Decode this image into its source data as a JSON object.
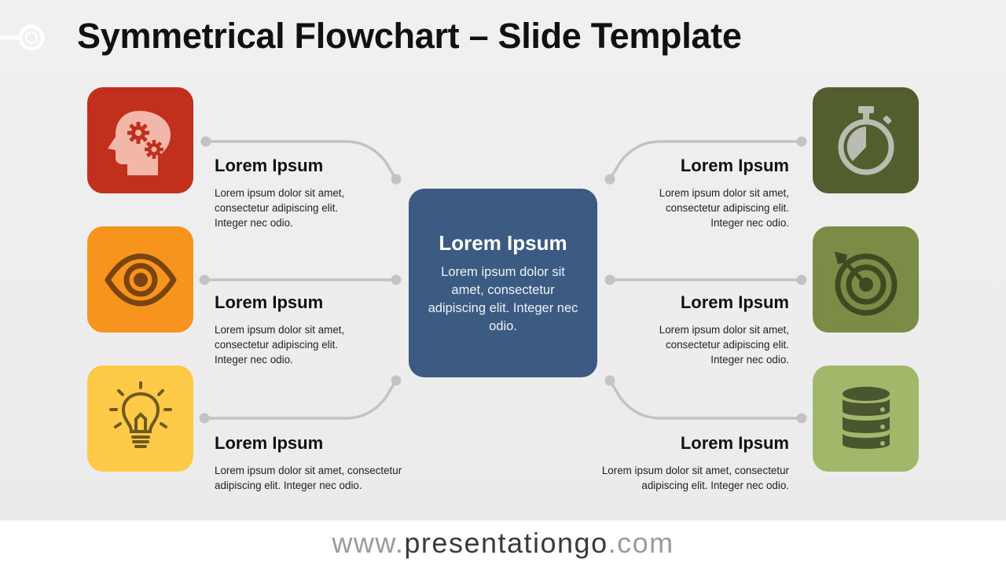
{
  "slide_title": "Symmetrical Flowchart – Slide Template",
  "center": {
    "title": "Lorem Ipsum",
    "text": "Lorem ipsum dolor sit amet, consectetur adipiscing elit.  Integer nec odio."
  },
  "left_items": [
    {
      "title": "Lorem Ipsum",
      "text_lines": [
        "Lorem ipsum dolor sit amet,",
        "consectetur adipiscing elit.",
        "Integer nec odio."
      ],
      "icon": "head-gears-icon",
      "color": "#c0301c"
    },
    {
      "title": "Lorem Ipsum",
      "text_lines": [
        "Lorem ipsum dolor sit amet,",
        "consectetur adipiscing elit.",
        "Integer nec odio."
      ],
      "icon": "eye-icon",
      "color": "#f7941d"
    },
    {
      "title": "Lorem Ipsum",
      "text_lines": [
        "Lorem ipsum dolor sit amet, consectetur",
        "adipiscing elit. Integer nec odio."
      ],
      "icon": "lightbulb-icon",
      "color": "#ffca48"
    }
  ],
  "right_items": [
    {
      "title": "Lorem Ipsum",
      "text_lines": [
        "Lorem ipsum dolor sit amet,",
        "consectetur adipiscing elit.",
        "Integer nec odio."
      ],
      "icon": "stopwatch-icon",
      "color": "#535e2f"
    },
    {
      "title": "Lorem Ipsum",
      "text_lines": [
        "Lorem ipsum dolor sit amet,",
        "consectetur adipiscing elit.",
        "Integer nec odio."
      ],
      "icon": "target-icon",
      "color": "#7a8c45"
    },
    {
      "title": "Lorem Ipsum",
      "text_lines": [
        "Lorem ipsum dolor sit amet, consectetur",
        "adipiscing elit. Integer nec odio."
      ],
      "icon": "database-icon",
      "color": "#a1b76a"
    }
  ],
  "footer": {
    "prefix": "www.",
    "brand": "presentationgo",
    "suffix": ".com"
  }
}
